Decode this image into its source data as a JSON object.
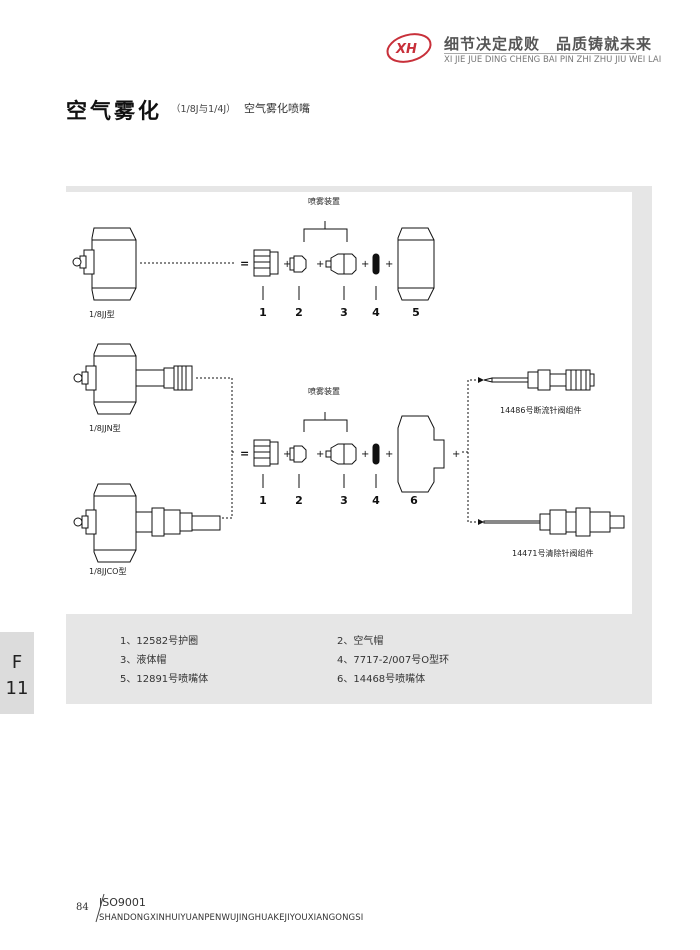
{
  "header": {
    "logo_text": "XH",
    "slogan_cn": "细节决定成败　品质铸就未来",
    "slogan_en": "XI JIE JUE DING CHENG BAI   PIN ZHI ZHU JIU WEI LAI"
  },
  "title": {
    "main": "空气雾化",
    "sub": "（1/8J与1/4J）",
    "desc": "空气雾化喷嘴"
  },
  "diagram": {
    "spray_setup_label_top": "喷雾装置",
    "spray_setup_label_mid": "喷雾装置",
    "model_a": "1/8JJ型",
    "model_b": "1/8JJN型",
    "model_c": "1/8JJCO型",
    "kit_top": "14486号断流针阀组件",
    "kit_bottom": "14471号清除针阀组件",
    "row1_numbers": [
      "1",
      "2",
      "3",
      "4",
      "5"
    ],
    "row2_numbers": [
      "1",
      "2",
      "3",
      "4",
      "6"
    ]
  },
  "legend": {
    "items": [
      "1、12582号护圈",
      "2、空气帽",
      "3、液体帽",
      "4、7717-2/007号O型环",
      "5、12891号喷嘴体",
      "6、14468号喷嘴体"
    ]
  },
  "side_tab": {
    "letter": "F",
    "number": "11"
  },
  "footer": {
    "page_number": "84",
    "iso": "ISO9001",
    "company": "SHANDONGXINHUIYUANPENWUJINGHUAKEJIYOUXIANGONGSI"
  }
}
